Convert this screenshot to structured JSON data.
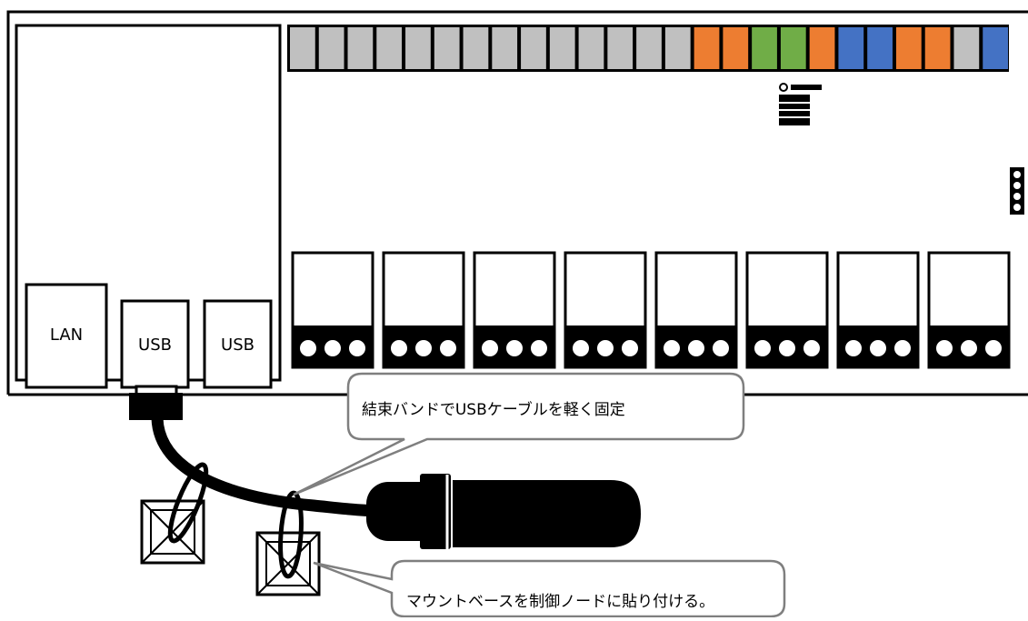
{
  "ports": {
    "lan_label": "LAN",
    "usb1_label": "USB",
    "usb2_label": "USB"
  },
  "callouts": {
    "tie_band": "結束バンドでUSBケーブルを軽く固定",
    "mount_base": "マウントベースを制御ノードに貼り付ける。"
  },
  "terminal_strip": {
    "colors": {
      "gray": "#c0c0c0",
      "orange": "#ed7d31",
      "green": "#70ad47",
      "blue": "#4472c4"
    },
    "segments": [
      "gray",
      "gray",
      "gray",
      "gray",
      "gray",
      "gray",
      "gray",
      "gray",
      "gray",
      "gray",
      "gray",
      "gray",
      "gray",
      "gray",
      "orange",
      "orange",
      "green",
      "green",
      "orange",
      "blue",
      "blue",
      "orange",
      "orange",
      "gray",
      "blue"
    ]
  },
  "relay_count": 8
}
